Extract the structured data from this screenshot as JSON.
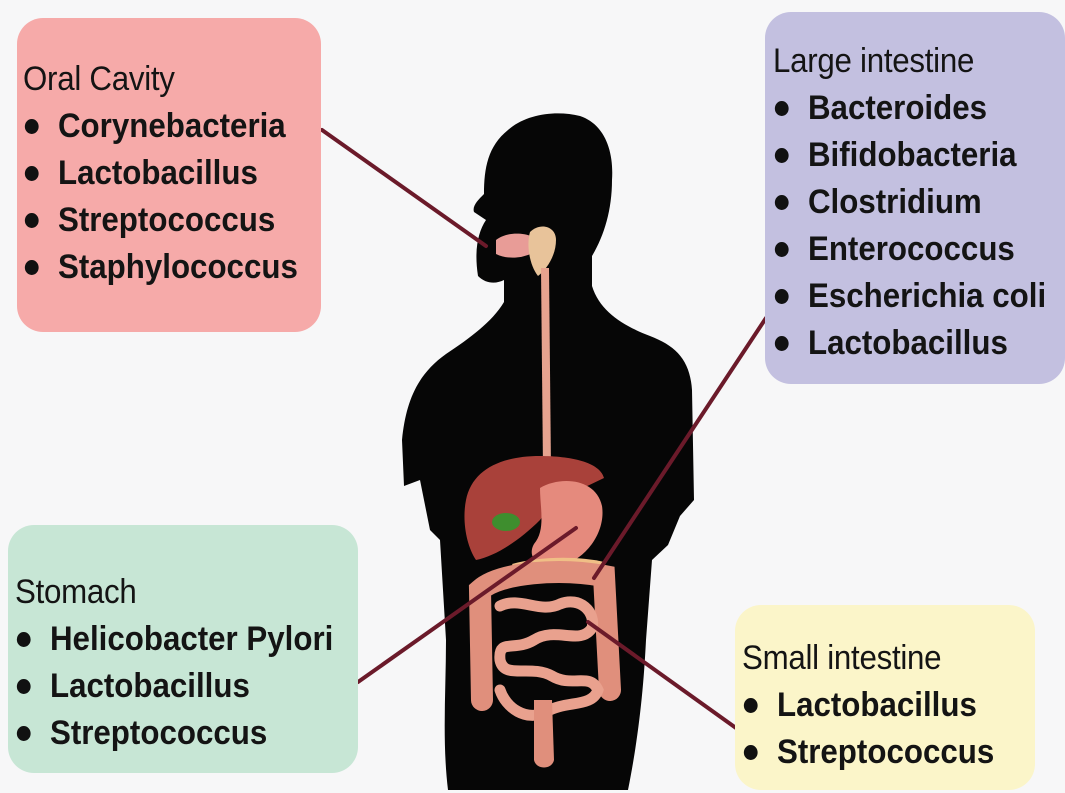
{
  "colors": {
    "oral_box": "#f6aaa9",
    "large_box": "#c3c0e0",
    "stomach_box": "#c7e6d5",
    "small_box": "#fbf5c9",
    "connector": "#6b1a2a",
    "silhouette": "#060606"
  },
  "oral_cavity": {
    "title": "Oral Cavity",
    "items": [
      "Corynebacteria",
      "Lactobacillus",
      "Streptococcus",
      "Staphylococcus"
    ]
  },
  "large_intestine": {
    "title": "Large intestine",
    "items": [
      "Bacteroides",
      "Bifidobacteria",
      "Clostridium",
      "Enterococcus",
      "Escherichia coli",
      "Lactobacillus"
    ]
  },
  "stomach": {
    "title": "Stomach",
    "items": [
      "Helicobacter Pylori",
      "Lactobacillus",
      "Streptococcus"
    ]
  },
  "small_intestine": {
    "title": "Small intestine",
    "items": [
      "Lactobacillus",
      "Streptococcus"
    ]
  }
}
